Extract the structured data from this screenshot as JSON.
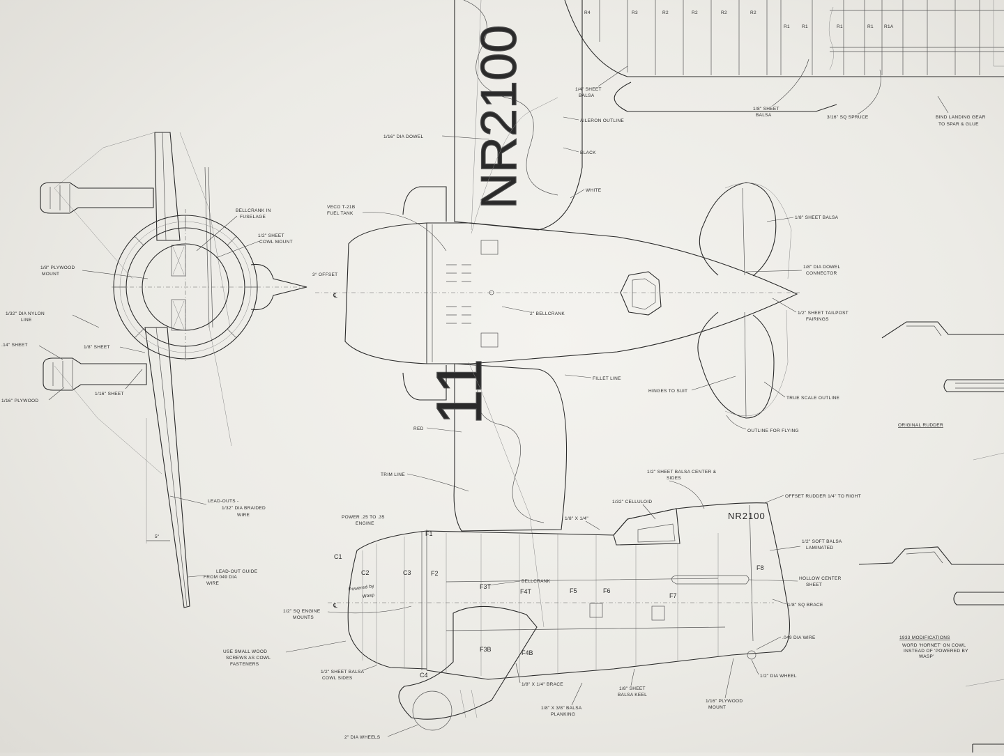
{
  "labels": {
    "front_view": {
      "bellcrank_in_fuselage": [
        "BELLCRANK IN",
        "FUSELAGE"
      ],
      "cowl_mount": [
        "1/2\" SHEET",
        "COWL MOUNT"
      ],
      "plywood_mount": [
        "1/8\" PLYWOOD",
        "MOUNT"
      ],
      "nylon_line": [
        "1/32\" DIA  NYLON",
        "LINE"
      ],
      "sheet_14": ".14\" SHEET",
      "sheet_18": "1/8\" SHEET",
      "sheet_116": "1/16\" SHEET",
      "plywood_116": "1/16\" PLYWOOD",
      "lead_outs": [
        "LEAD-OUTS -",
        "1/32\" DIA  BRAIDED",
        "WIRE"
      ],
      "dim_5": "5\"",
      "lead_out_guide": [
        "LEAD-OUT GUIDE",
        "FROM 049 DIA",
        "WIRE"
      ]
    },
    "top_view": {
      "rib_labels": [
        "R4",
        "R3",
        "R2",
        "R2",
        "R2",
        "R2",
        "R1",
        "R1",
        "R1",
        "R1",
        "R1A"
      ],
      "sheet_balsa_14": [
        "1/4\" SHEET",
        "BALSA"
      ],
      "aileron_outline": "AILERON OUTLINE",
      "dowel": "1/16\" DIA DOWEL",
      "black": "BLACK",
      "white": "WHITE",
      "fuel_tank": [
        "VECO  T-21B",
        "FUEL TANK"
      ],
      "offset": "3° OFFSET",
      "centerline": "℄",
      "bellcrank_2": "2\" BELLCRANK",
      "fillet_line": "FILLET  LINE",
      "red": "RED",
      "trim_line": "TRIM LINE",
      "registration": "NR2100",
      "sheet_balsa_18": [
        "1/8\" SHEET",
        "BALSA"
      ],
      "spruce": "3/16\" SQ SPRUCE",
      "landing_gear": [
        "BIND LANDING GEAR",
        "TO SPAR & GLUE"
      ]
    },
    "tail": {
      "sheet_balsa": "1/8\" SHEET BALSA",
      "dowel_connector": [
        "1/8\" DIA DOWEL",
        "CONNECTOR"
      ],
      "tailpost": [
        "1/2\" SHEET  TAILPOST",
        "FAIRINGS"
      ],
      "hinges": "HINGES TO SUIT",
      "true_scale": "TRUE SCALE OUTLINE",
      "outline_flying": "OUTLINE FOR FLYING"
    },
    "side_view": {
      "balsa_center": [
        "1/2\" SHEET BALSA CENTER &",
        "SIDES"
      ],
      "celluloid": "1/32\" CELLULOID",
      "offset_rudder": "OFFSET RUDDER 1/4\" TO RIGHT",
      "registration": "NR2100",
      "power": [
        "POWER .25 TO .35",
        "ENGINE"
      ],
      "stick_18x14": "1/8\" X 1/4\"",
      "soft_balsa": [
        "1/2\" SOFT BALSA",
        "LAMINATED"
      ],
      "hollow_center": [
        "HOLLOW CENTER",
        "SHEET"
      ],
      "sq_brace": "1/8\" SQ BRACE",
      "wire_049": ".049 DIA WIRE",
      "wheel_12": "1/2\" DIA WHEEL",
      "plywood_mount": [
        "1/16\" PLYWOOD",
        "MOUNT"
      ],
      "balsa_keel": [
        "1/8\" SHEET",
        "BALSA  KEEL"
      ],
      "planking": [
        "1/8\" X 3/8\"  BALSA",
        "PLANKING"
      ],
      "brace": "1/8\" X 1/4\" BRACE",
      "cowl_sides": [
        "1/2\" SHEET BALSA",
        "COWL  SIDES"
      ],
      "wood_screws": [
        "USE SMALL WOOD",
        "SCREWS AS COWL",
        "FASTENERS"
      ],
      "engine_mounts": [
        "1/2\" SQ ENGINE",
        "MOUNTS"
      ],
      "wheels_2": "2\" DIA WHEELS",
      "bellcrank": "BELLCRANK",
      "centerline": "℄",
      "cowl_text": [
        "Powered by",
        "Wasp"
      ],
      "formers": [
        "C1",
        "C2",
        "C3",
        "C4",
        "F1",
        "F2",
        "F3T",
        "F4T",
        "F5",
        "F6",
        "F7",
        "F8",
        "F3B",
        "F4B"
      ]
    },
    "right_panel": {
      "original_rudder": "ORIGINAL RUDDER",
      "mods_title": "1933 MODIFICATIONS",
      "mods_text": [
        "WORD 'HORNET' ON COWL",
        "INSTEAD OF 'POWERED BY",
        "WASP'"
      ]
    }
  }
}
